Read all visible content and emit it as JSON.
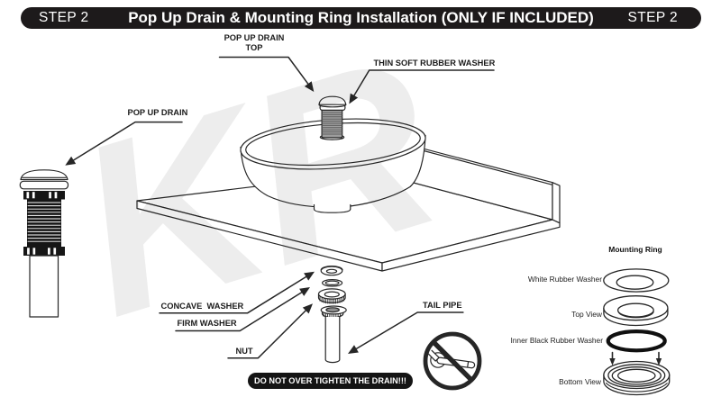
{
  "header": {
    "step_left": "STEP 2",
    "title": "Pop Up Drain & Mounting Ring Installation (ONLY IF INCLUDED)",
    "step_right": "STEP 2",
    "bar_color": "#1d1a1b",
    "text_color": "#ffffff"
  },
  "callouts": {
    "pop_up_drain_top": {
      "line1": "POP UP DRAIN",
      "line2": "TOP"
    },
    "thin_soft_rubber_washer": "THIN SOFT RUBBER WASHER",
    "pop_up_drain": "POP UP DRAIN",
    "concave_washer": "CONCAVE  WASHER",
    "firm_washer": "FIRM WASHER",
    "nut": "NUT",
    "tail_pipe": "TAIL PIPE"
  },
  "warning": {
    "text": "DO NOT OVER TIGHTEN THE DRAIN!!!",
    "bg_color": "#141414",
    "text_color": "#ffffff"
  },
  "mounting_ring": {
    "heading": "Mounting Ring",
    "labels": [
      "White Rubber Washer",
      "Top View",
      "Inner Black Rubber Washer",
      "Bottom View"
    ]
  },
  "watermark": {
    "text": "KR",
    "color": "#ededed"
  },
  "colors": {
    "line": "#262626",
    "background": "#ffffff"
  }
}
